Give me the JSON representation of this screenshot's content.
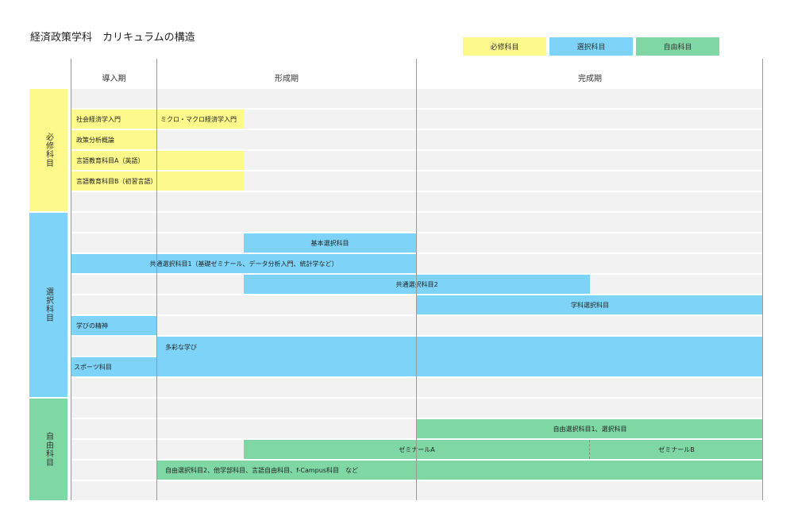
{
  "title": "経済政策学科　カリキュラムの構造",
  "colors": {
    "required": "#fdf98a",
    "elective": "#7dd4f8",
    "free": "#7fd8a4",
    "row": "#f2f2f2"
  },
  "legend": [
    "必修科目",
    "選択科目",
    "自由科目"
  ],
  "phases": [
    "導入期",
    "形成期",
    "完成期"
  ],
  "categories": [
    "必修科目",
    "選択科目",
    "自由科目"
  ],
  "courses": {
    "r1": "社会経済学入門",
    "r2": "ミクロ・マクロ経済学入門",
    "r3": "政策分析概論",
    "r4": "言語教育科目A（英語）",
    "r5": "言語教育科目B（初習言語）",
    "e1": "基本選択科目",
    "e2": "共通選択科目1（基礎ゼミナール、データ分析入門、統計学など）",
    "e3": "共通選択科目2",
    "e4": "学科選択科目",
    "e5": "学びの精神",
    "e6": "多彩な学び",
    "e7": "スポーツ科目",
    "f1": "自由選択科目1、選択科目",
    "f2": "ゼミナールA",
    "f3": "ゼミナールB",
    "f4": "自由選択科目2、他学部科目、言語自由科目、f-Campus科目　など"
  }
}
